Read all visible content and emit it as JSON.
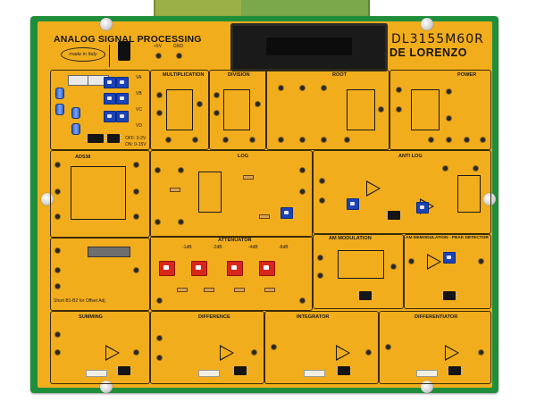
{
  "board": {
    "title": "ANALOG SIGNAL PROCESSING",
    "model": "DL3155M60R",
    "brand": "DE LORENZO",
    "made_in": "made in Italy",
    "supply_labels": [
      "+5V",
      "GND"
    ],
    "source_labels": [
      "VA",
      "VB",
      "VC",
      "VD"
    ],
    "dc_range": [
      "OFF: 0-2V",
      "ON: 0-15V"
    ],
    "short_note": "Short B1-B2 for Offset Adj."
  },
  "modules": {
    "multiplication": "MULTIPLICATION",
    "division": "DIVISION",
    "root": "ROOT",
    "power": "POWER",
    "ad": "AD538",
    "log": "LOG",
    "antilog": "ANTI LOG",
    "attenuator": "ATTENUATOR",
    "attenuator_steps": [
      "-1dB",
      "-2dB",
      "-4dB",
      "-8dB"
    ],
    "am_modulation": "AM MODULATION",
    "am_demod": "AM DEMODULATION - PEAK DETECTOR",
    "summing": "SUMMING",
    "difference": "DIFFERENCE",
    "integrator": "INTEGRATOR",
    "differentiator": "DIFFERENTIATOR"
  },
  "colors": {
    "board_green": "#1f8e3a",
    "panel_yellow": "#f2ad1d",
    "pot_red": "#d9261c",
    "pot_blue": "#1a43b8"
  }
}
